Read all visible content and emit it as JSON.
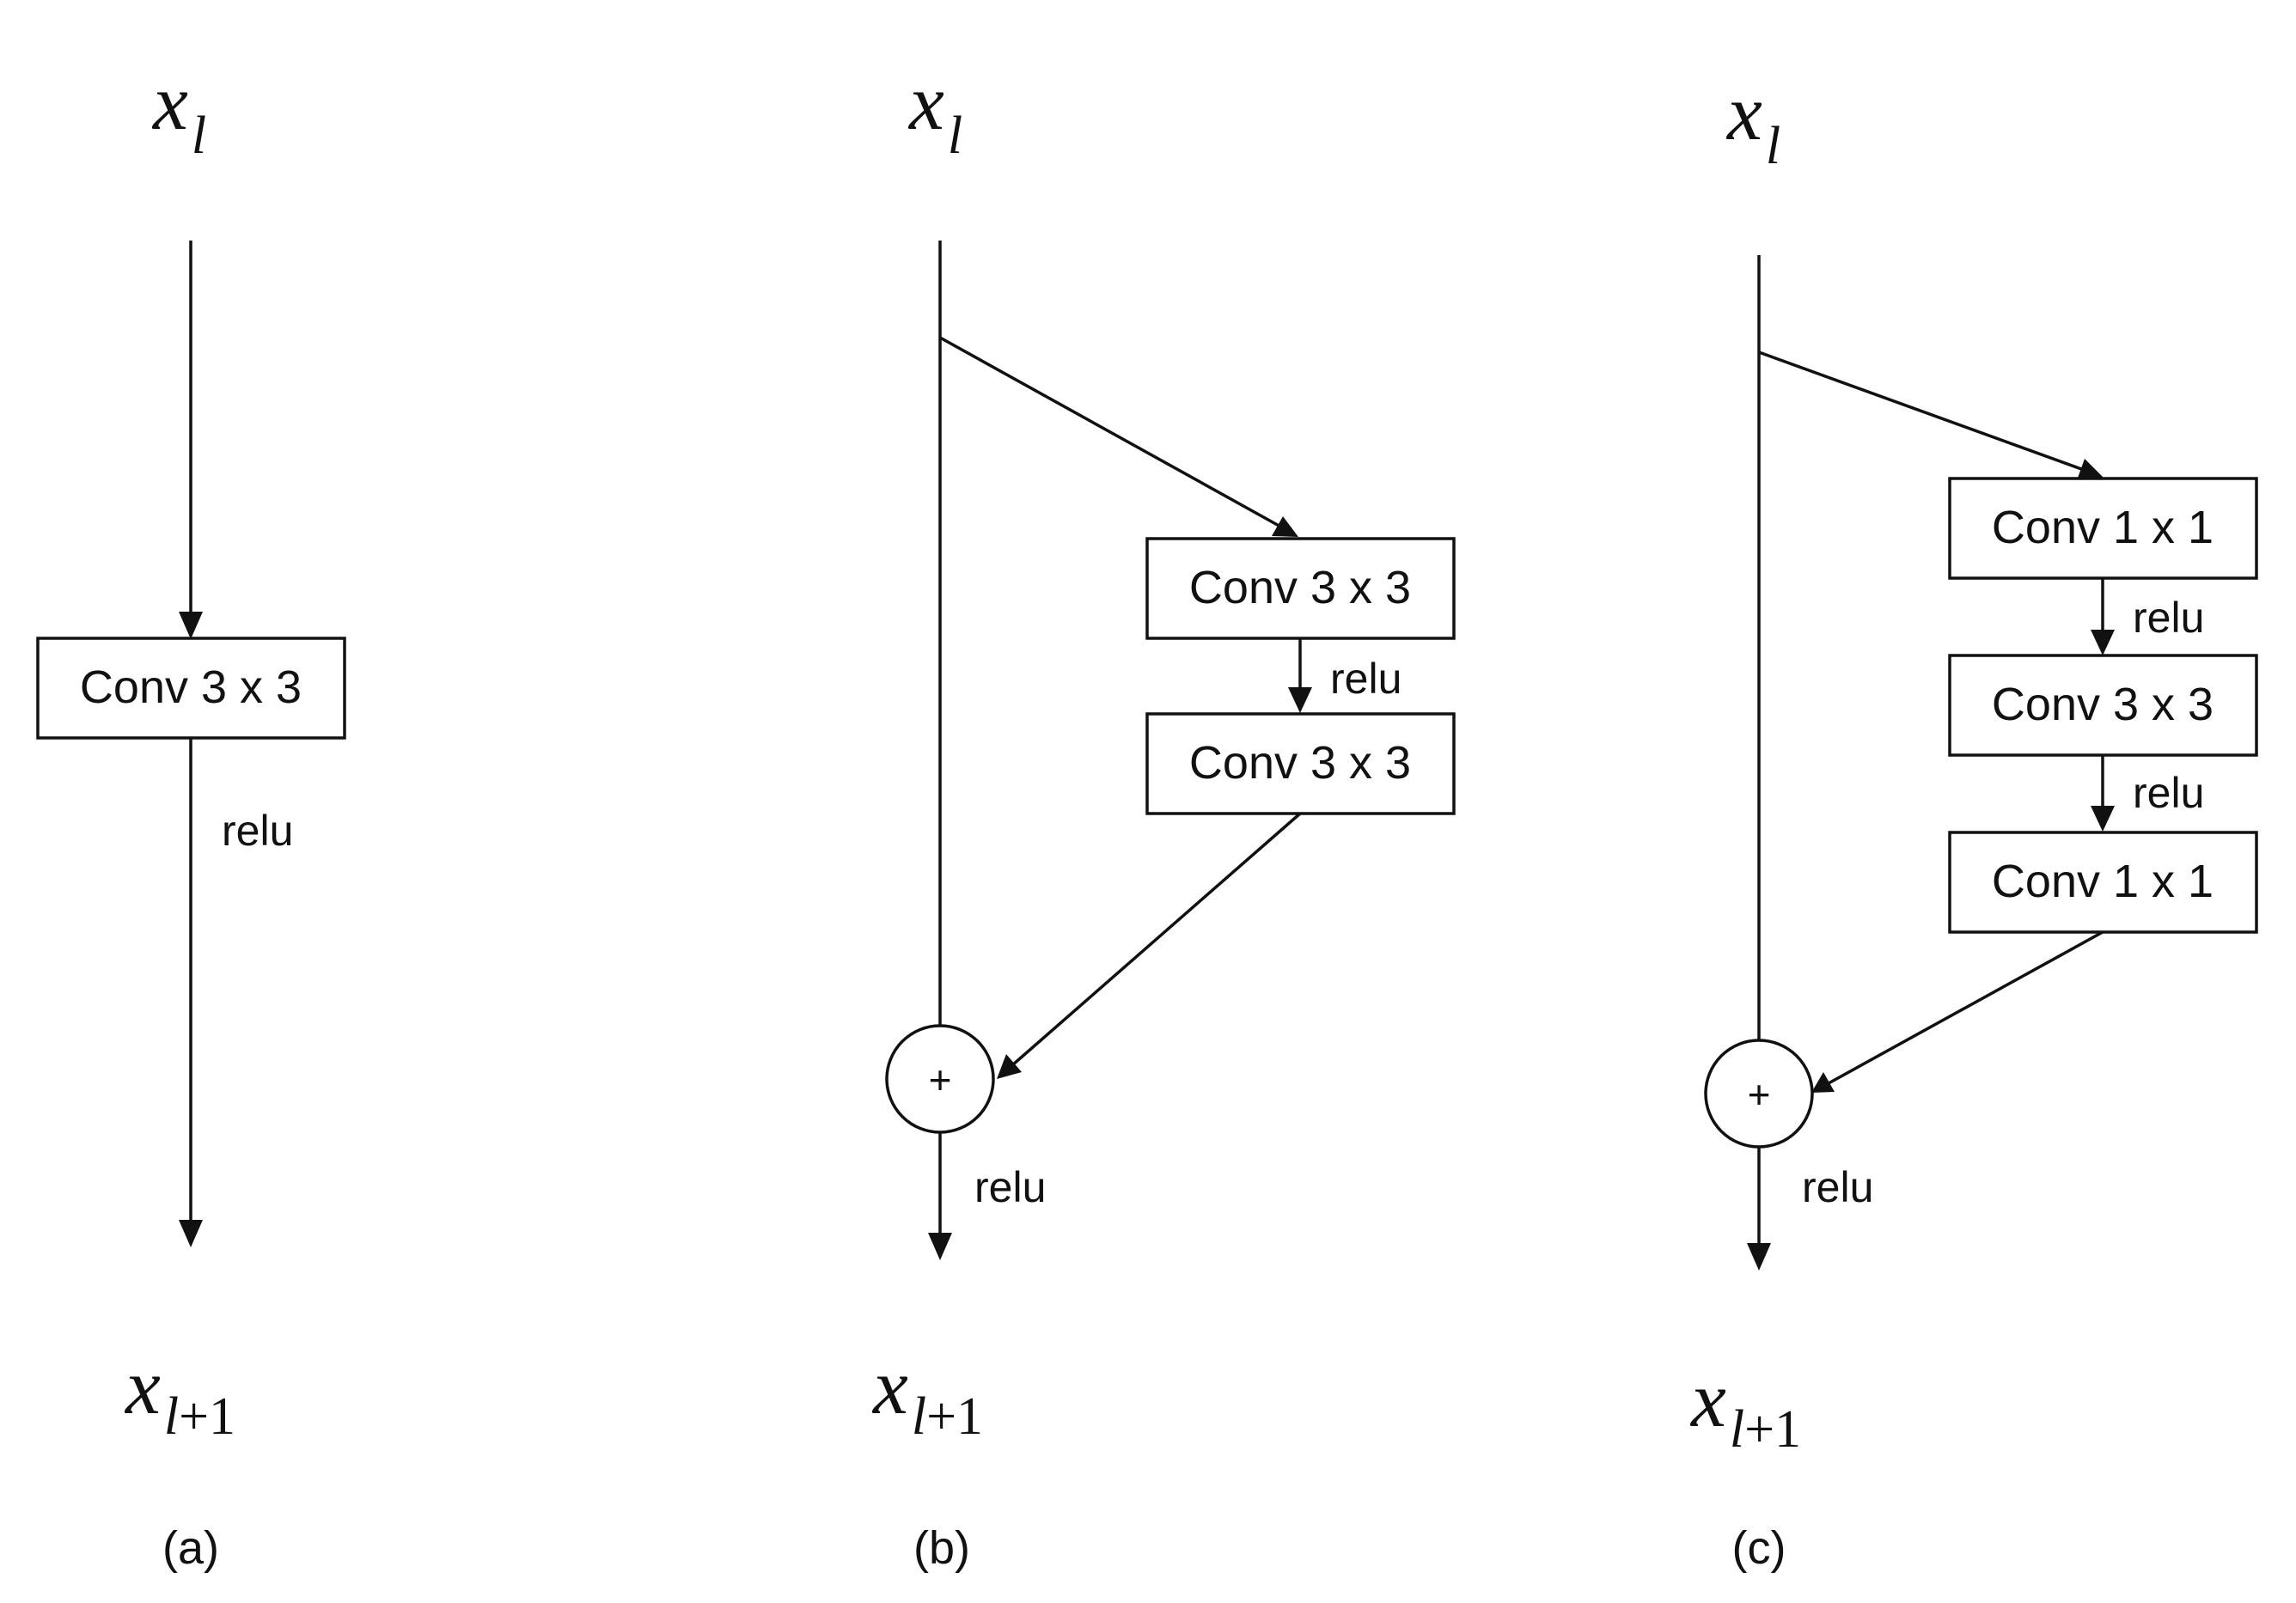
{
  "diagrams": [
    {
      "input_label": {
        "var": "x",
        "sub": "l"
      },
      "output_label": {
        "var": "x",
        "sub_var": "l",
        "sub_rest": "+1"
      },
      "blocks": [
        "Conv 3 x 3"
      ],
      "between_relu": [],
      "final_relu": "relu",
      "sum_symbol": "",
      "caption": "(a)"
    },
    {
      "input_label": {
        "var": "x",
        "sub": "l"
      },
      "output_label": {
        "var": "x",
        "sub_var": "l",
        "sub_rest": "+1"
      },
      "blocks": [
        "Conv 3 x 3",
        "Conv 3 x 3"
      ],
      "between_relu": [
        "relu"
      ],
      "final_relu": "relu",
      "sum_symbol": "+",
      "caption": "(b)"
    },
    {
      "input_label": {
        "var": "x",
        "sub": "l"
      },
      "output_label": {
        "var": "x",
        "sub_var": "l",
        "sub_rest": "+1"
      },
      "blocks": [
        "Conv 1 x 1",
        "Conv 3 x 3",
        "Conv 1 x 1"
      ],
      "between_relu": [
        "relu",
        "relu"
      ],
      "final_relu": "relu",
      "sum_symbol": "+",
      "caption": "(c)"
    }
  ]
}
